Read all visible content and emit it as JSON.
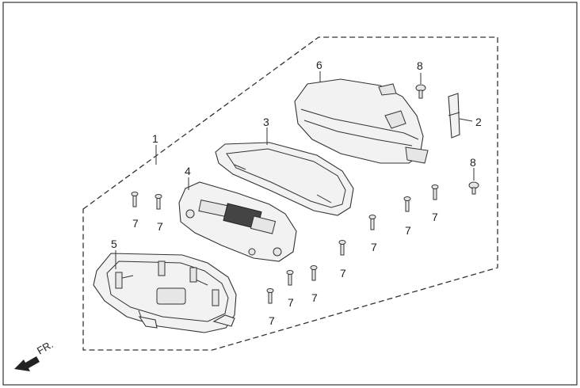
{
  "direction_label": "FR.",
  "callouts": [
    {
      "id": "c1",
      "text": "1"
    },
    {
      "id": "c2",
      "text": "2"
    },
    {
      "id": "c3",
      "text": "3"
    },
    {
      "id": "c4",
      "text": "4"
    },
    {
      "id": "c5",
      "text": "5"
    },
    {
      "id": "c6",
      "text": "6"
    },
    {
      "id": "c7a",
      "text": "7"
    },
    {
      "id": "c7b",
      "text": "7"
    },
    {
      "id": "c7c",
      "text": "7"
    },
    {
      "id": "c7d",
      "text": "7"
    },
    {
      "id": "c7e",
      "text": "7"
    },
    {
      "id": "c7f",
      "text": "7"
    },
    {
      "id": "c7g",
      "text": "7"
    },
    {
      "id": "c7h",
      "text": "7"
    },
    {
      "id": "c7i",
      "text": "7"
    },
    {
      "id": "c8a",
      "text": "8"
    },
    {
      "id": "c8b",
      "text": "8"
    }
  ]
}
